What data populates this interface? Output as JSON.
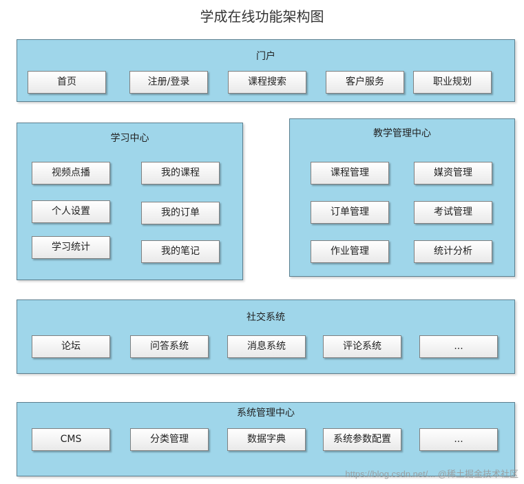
{
  "title": "学成在线功能架构图",
  "portal": {
    "title": "门户",
    "items": [
      "首页",
      "注册/登录",
      "课程搜索",
      "客户服务",
      "职业规划"
    ]
  },
  "learning": {
    "title": "学习中心",
    "items": [
      "视频点播",
      "我的课程",
      "个人设置",
      "我的订单",
      "学习统计",
      "我的笔记"
    ]
  },
  "teaching": {
    "title": "教学管理中心",
    "items": [
      "课程管理",
      "媒资管理",
      "订单管理",
      "考试管理",
      "作业管理",
      "统计分析"
    ]
  },
  "social": {
    "title": "社交系统",
    "items": [
      "论坛",
      "问答系统",
      "消息系统",
      "评论系统",
      "..."
    ]
  },
  "system": {
    "title": "系统管理中心",
    "items": [
      "CMS",
      "分类管理",
      "数据字典",
      "系统参数配置",
      "..."
    ]
  },
  "watermark": "https://blog.csdn.net/... @稀土掘金技术社区",
  "colors": {
    "panel_fill": "#9fd6ea",
    "panel_border": "#5a7e8e",
    "button_fill": "#f5f5f5"
  }
}
